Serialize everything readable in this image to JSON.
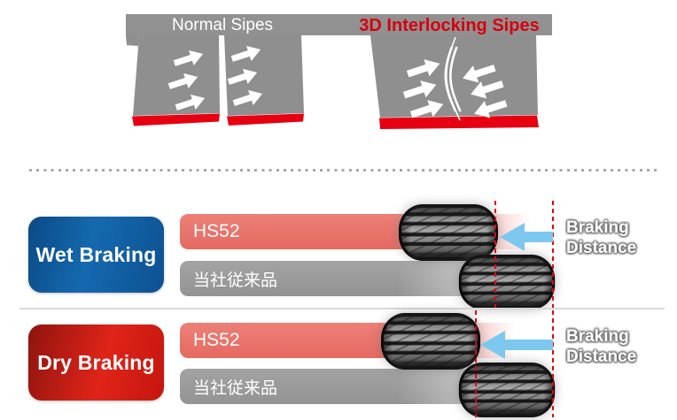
{
  "sipe_diagram": {
    "normal": {
      "label": "Normal Sipes"
    },
    "interlocking": {
      "label": "3D Interlocking Sipes"
    }
  },
  "comparison": {
    "rows": [
      {
        "condition": "Wet Braking",
        "product_bar": "HS52",
        "reference_bar": "当社従来品",
        "annotation": "Braking Distance"
      },
      {
        "condition": "Dry Braking",
        "product_bar": "HS52",
        "reference_bar": "当社従来品",
        "annotation": "Braking Distance"
      }
    ],
    "result": "HS52 stops shorter than the conventional product in both wet and dry braking"
  },
  "colors": {
    "sipe_block_gray": "#8f8f8f",
    "contact_patch_red": "#e60012",
    "interlocking_title_red": "#d7000f",
    "normal_title_white": "#ffffff",
    "wet_button_blue": "#1064a8",
    "dry_button_red": "#dc2318",
    "hs52_bar_salmon": "#e8746a",
    "reference_bar_gray": "#9b9b9b",
    "braking_arrow_blue": "#7cc8ee",
    "distance_marker_red": "#e60012"
  }
}
